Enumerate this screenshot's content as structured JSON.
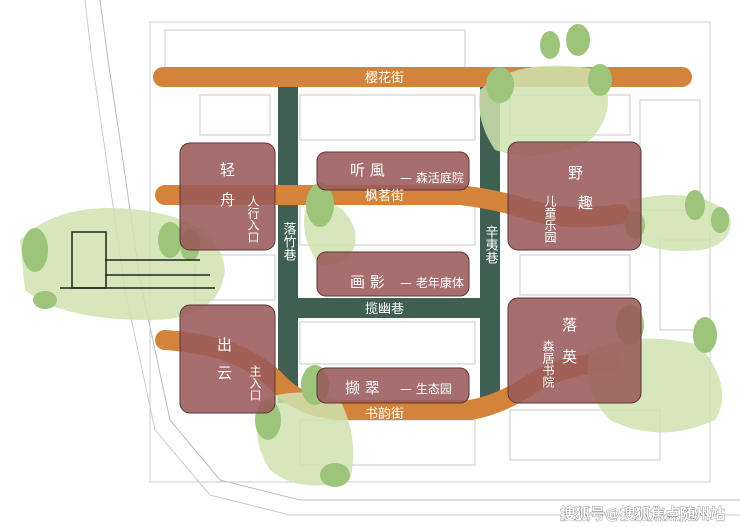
{
  "roads": {
    "yinghua": "樱花街",
    "fengming": "枫茗街",
    "lanyou": "揽幽巷",
    "shuyun": "书韵街",
    "luozhu": "落竹巷",
    "xinyi": "辛夷巷"
  },
  "zones": {
    "qingzhou": {
      "name_a": "轻",
      "name_b": "舟",
      "desc": "人行入口"
    },
    "chuyun": {
      "name_a": "出",
      "name_b": "云",
      "desc": "主入口"
    },
    "tingfeng": {
      "name": "听 風",
      "desc": "— 森活庭院"
    },
    "huaying": {
      "name": "画 影",
      "desc": "— 老年康体"
    },
    "xiecui": {
      "name": "撷 翠",
      "desc": "— 生态园"
    },
    "yequ": {
      "name_a": "野",
      "name_b": "趣",
      "desc": "儿童乐园"
    },
    "luoying": {
      "name_a": "落",
      "name_b": "英",
      "desc": "森居书院"
    }
  },
  "watermark": "搜狐号@搜狐焦点随州站",
  "colors": {
    "road": "#d4843a",
    "lane": "#3f5f53",
    "zone": "#9a5a5a",
    "green": "#cfe3b0",
    "tree": "#9cc47a"
  }
}
